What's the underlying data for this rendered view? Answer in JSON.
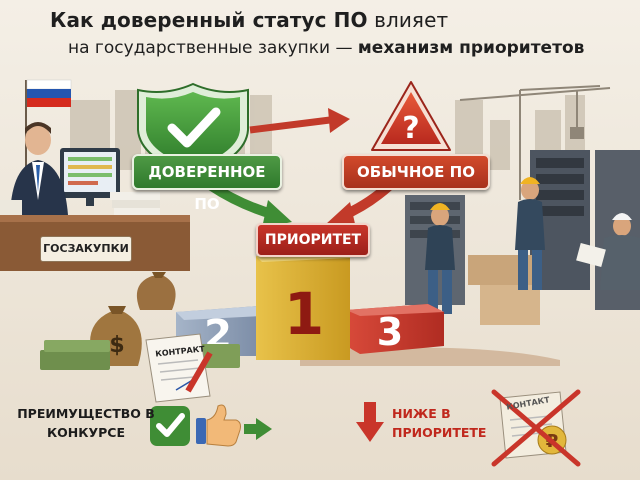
{
  "header": {
    "title_bold": "Как доверенный статус ПО",
    "title_rest": " влияет",
    "subtitle_prefix": "на государственные закупки — ",
    "subtitle_bold": "механизм приоритетов"
  },
  "labels": {
    "trusted_software": "ДОВЕРЕННОЕ ПО",
    "regular_software": "ОБЫЧНОЕ ПО",
    "priority": "ПРИОРИТЕТ",
    "procurement": "ГОСЗАКУПКИ",
    "contract": "КОНТРАКТ",
    "contract_crossed": "КОНТАКТ",
    "advantage": "ПРЕИМУЩЕСТВО В КОНКУРСЕ",
    "lower_priority": "НИЖЕ В ПРИОРИТЕТЕ",
    "question_mark": "?",
    "ruble_sign": "₽",
    "dollar_sign": "$"
  },
  "podium": {
    "first": "1",
    "second": "2",
    "third": "3"
  },
  "icons": {
    "shield": "shield-check-icon",
    "warning": "warning-question-icon",
    "flag": "russian-flag-icon",
    "thumbs_up": "thumbs-up-icon",
    "check": "check-icon",
    "arrow_right": "arrow-right-icon",
    "arrow_down": "arrow-down-icon",
    "crossed_contract": "crossed-contract-icon"
  },
  "colors": {
    "trusted_green": "#3b8a35",
    "regular_red": "#c0392b",
    "priority_red": "#b3261e",
    "podium_gold": "#d9b234",
    "podium_blue": "#8a9bb4",
    "podium_red": "#c93a2c",
    "background": "#efe8dc"
  }
}
